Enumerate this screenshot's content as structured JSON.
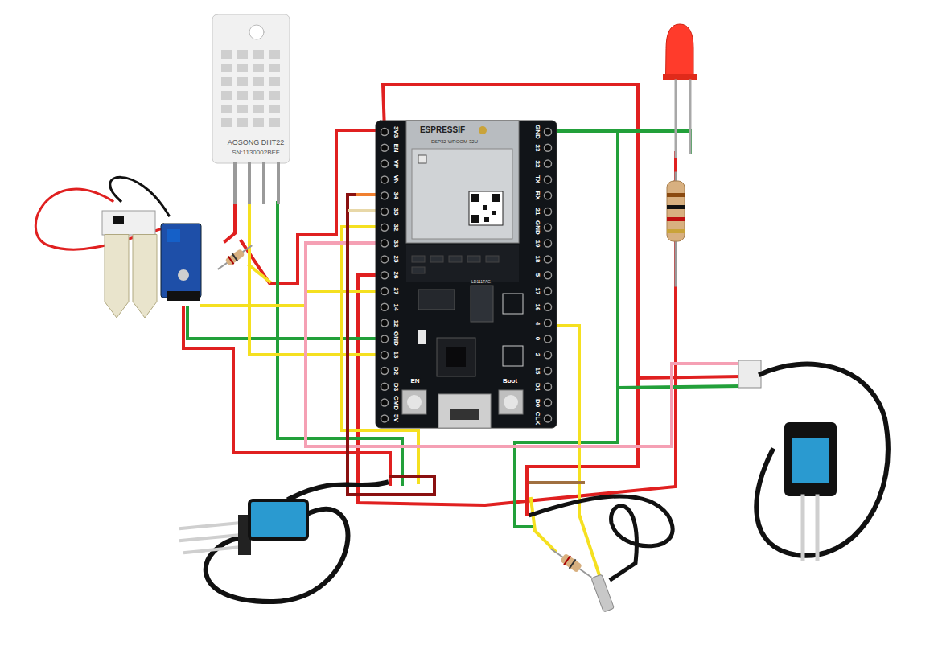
{
  "diagram": {
    "labels": [
      "ESPRESSIF",
      "ESP32-WROOM-32U",
      "3V3",
      "EN",
      "VP",
      "VN",
      "34",
      "35",
      "32",
      "33",
      "25",
      "26",
      "27",
      "14",
      "12",
      "GND",
      "13",
      "D2",
      "D3",
      "CMD",
      "5V",
      "GND",
      "23",
      "22",
      "TX",
      "RX",
      "21",
      "GND",
      "19",
      "18",
      "5",
      "17",
      "16",
      "4",
      "0",
      "2",
      "15",
      "D1",
      "D0",
      "CLK",
      "EN",
      "Boot",
      "LD1117AG",
      "AOSONG DHT22",
      "SN:1130002BEF"
    ]
  }
}
